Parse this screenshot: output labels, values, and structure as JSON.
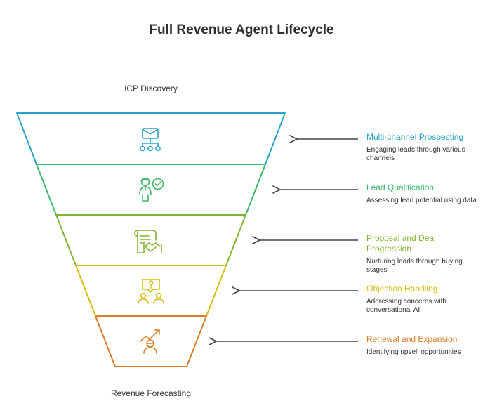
{
  "diagram": {
    "title": "Full Revenue Agent Lifecycle",
    "top_label": "ICP Discovery",
    "bottom_label": "Revenue Forecasting",
    "stages": [
      {
        "title": "Multi-channel Prospecting",
        "description": "Engaging leads through various channels",
        "color": "#27a3c9",
        "icon": "email-network-icon"
      },
      {
        "title": "Lead Qualification",
        "description": "Assessing lead potential using data",
        "color": "#3db86b",
        "icon": "person-checkmark-icon"
      },
      {
        "title": "Proposal and Deal Progression",
        "description": "Nurturing leads through buying stages",
        "color": "#82b52f",
        "icon": "document-handshake-icon"
      },
      {
        "title": "Objection Handling",
        "description": "Addressing concerns with conversational AI",
        "color": "#d8bc0f",
        "icon": "question-conversation-icon"
      },
      {
        "title": "Renewal and Expansion",
        "description": "Identifying upsell opportunities",
        "color": "#d97e2a",
        "icon": "growth-arrow-person-icon"
      }
    ]
  }
}
